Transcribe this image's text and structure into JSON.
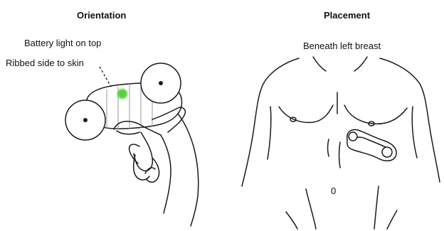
{
  "orientation": {
    "heading": "Orientation",
    "battery_caption": "Battery light on top",
    "ribbed_caption": "Ribbed side to skin"
  },
  "placement": {
    "heading": "Placement",
    "caption": "Beneath left breast",
    "navel_mark": "0"
  },
  "colors": {
    "battery_light": "#56d23c",
    "ink": "#1a1a1a",
    "background": "#ffffff"
  }
}
